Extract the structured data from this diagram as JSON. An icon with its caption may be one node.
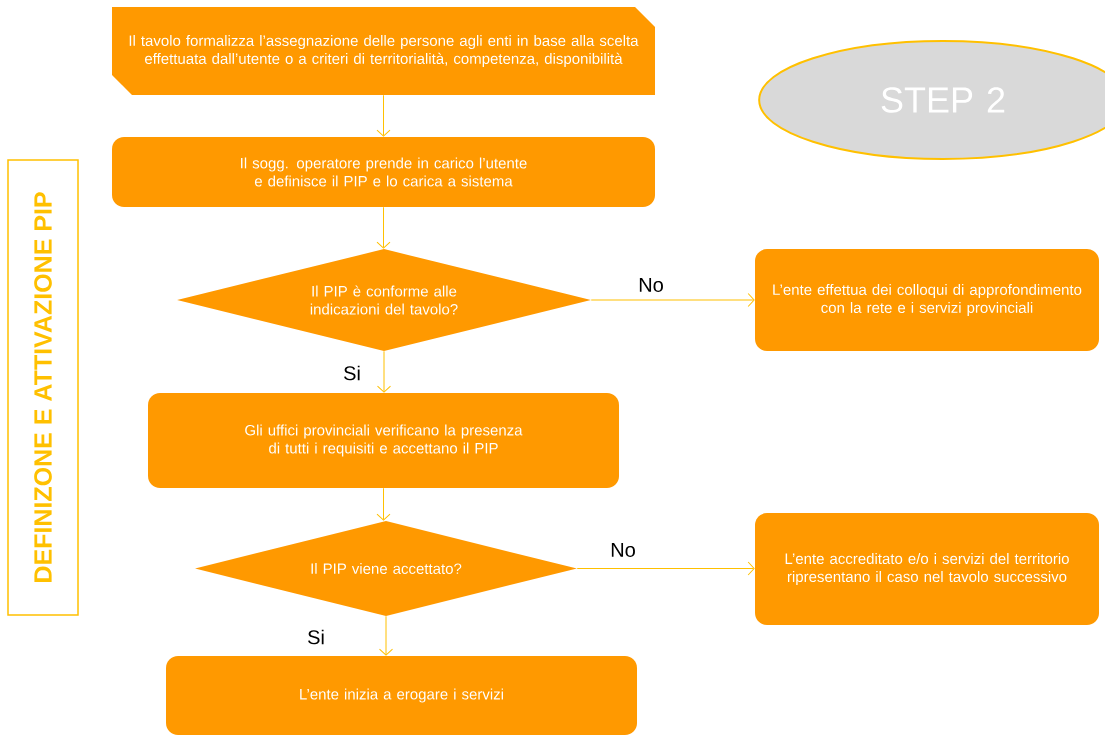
{
  "diagram": {
    "nodes": [
      {
        "text": [
          "Il tavolo formalizza l’assegnazione delle persone agli enti in base alla scelta effettuata dall’utente o a criteri di territorialità, competenza, disponibilità"
        ]
      },
      {
        "text": [
          "Il sogg. operatore prende in carico l’utente e definisce il PIP e lo carica a sistema"
        ]
      },
      {
        "text": [
          "Il PIP è conforme alle indicazioni del tavolo?"
        ]
      },
      {
        "text": [
          "L’ente effettua dei colloqui di approfondimento con la rete e i servizi provinciali"
        ]
      },
      {
        "text": [
          "Gli uffici provinciali verificano la presenza di tutti i requisiti e accettano il PIP"
        ]
      },
      {
        "text": [
          "Il PIP viene accettato?"
        ]
      },
      {
        "text": [
          "L’ente accreditato e/o i servizi del territorio ripresentano il caso nel tavolo successivo"
        ]
      },
      {
        "text": [
          "L’ente inizia a erogare i servizi"
        ]
      },
      {
        "text": [
          "STEP 2"
        ]
      },
      {
        "text": [
          "DEFINIZONE E ATTIVAZIONE PIP"
        ]
      }
    ],
    "edges": [
      {
        "from": 0,
        "to": 1,
        "arrow": "to"
      },
      {
        "from": 1,
        "to": 2,
        "arrow": "to"
      },
      {
        "from": 2,
        "to": 3,
        "arrow": "to",
        "label": "No"
      },
      {
        "from": 2,
        "to": 4,
        "arrow": "to",
        "label": "Si"
      },
      {
        "from": 4,
        "to": 5,
        "arrow": "to"
      },
      {
        "from": 5,
        "to": 6,
        "arrow": "to",
        "label": "No"
      },
      {
        "from": 5,
        "to": 7,
        "arrow": "to",
        "label": "Si"
      }
    ]
  }
}
